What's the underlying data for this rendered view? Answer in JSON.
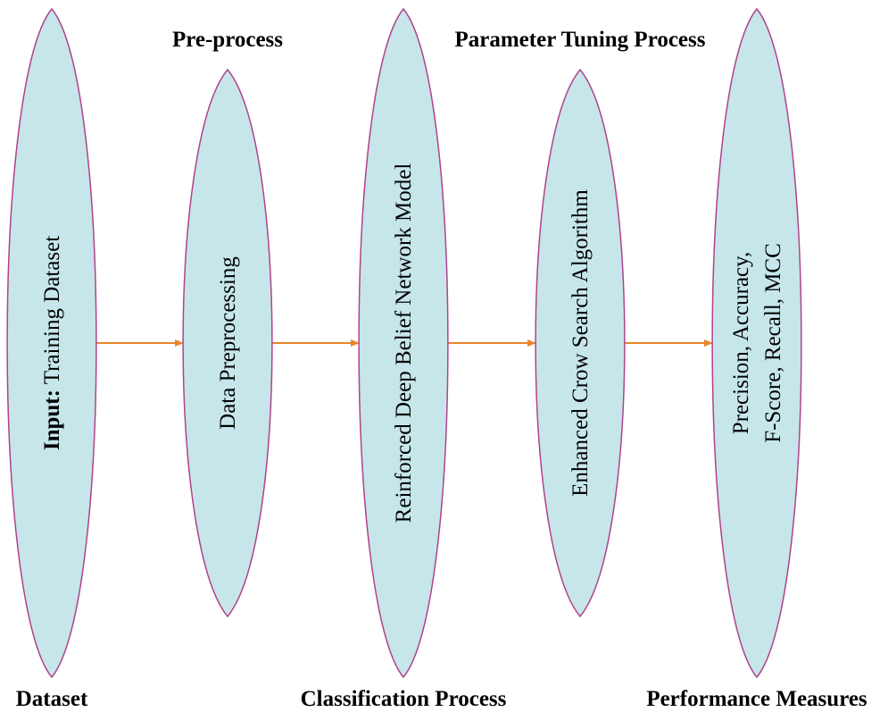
{
  "colors": {
    "node_fill": "#c6e6ea",
    "node_stroke": "#b0428c",
    "arrow": "#e8862a",
    "text": "#000000"
  },
  "stage_labels": {
    "top": [
      "Pre-process",
      "Parameter Tuning Process"
    ],
    "bottom": [
      "Dataset",
      "Classification Process",
      "Performance Measures"
    ]
  },
  "nodes": [
    {
      "name": "training-dataset",
      "lines": [
        {
          "prefix": "Input:",
          "text": " Training Dataset"
        }
      ]
    },
    {
      "name": "data-preprocessing",
      "lines": [
        {
          "prefix": "",
          "text": "Data Preprocessing"
        }
      ]
    },
    {
      "name": "reinforced-dbn",
      "lines": [
        {
          "prefix": "",
          "text": "Reinforced Deep Belief Network Model"
        }
      ]
    },
    {
      "name": "enhanced-crow-search",
      "lines": [
        {
          "prefix": "",
          "text": "Enhanced Crow Search Algorithm"
        }
      ]
    },
    {
      "name": "performance-measures",
      "lines": [
        {
          "prefix": "",
          "text": "Precision, Accuracy,"
        },
        {
          "prefix": "",
          "text": "F-Score, Recall, MCC"
        }
      ]
    }
  ],
  "edges": [
    {
      "from": "training-dataset",
      "to": "data-preprocessing"
    },
    {
      "from": "data-preprocessing",
      "to": "reinforced-dbn"
    },
    {
      "from": "reinforced-dbn",
      "to": "enhanced-crow-search"
    },
    {
      "from": "enhanced-crow-search",
      "to": "performance-measures"
    }
  ]
}
